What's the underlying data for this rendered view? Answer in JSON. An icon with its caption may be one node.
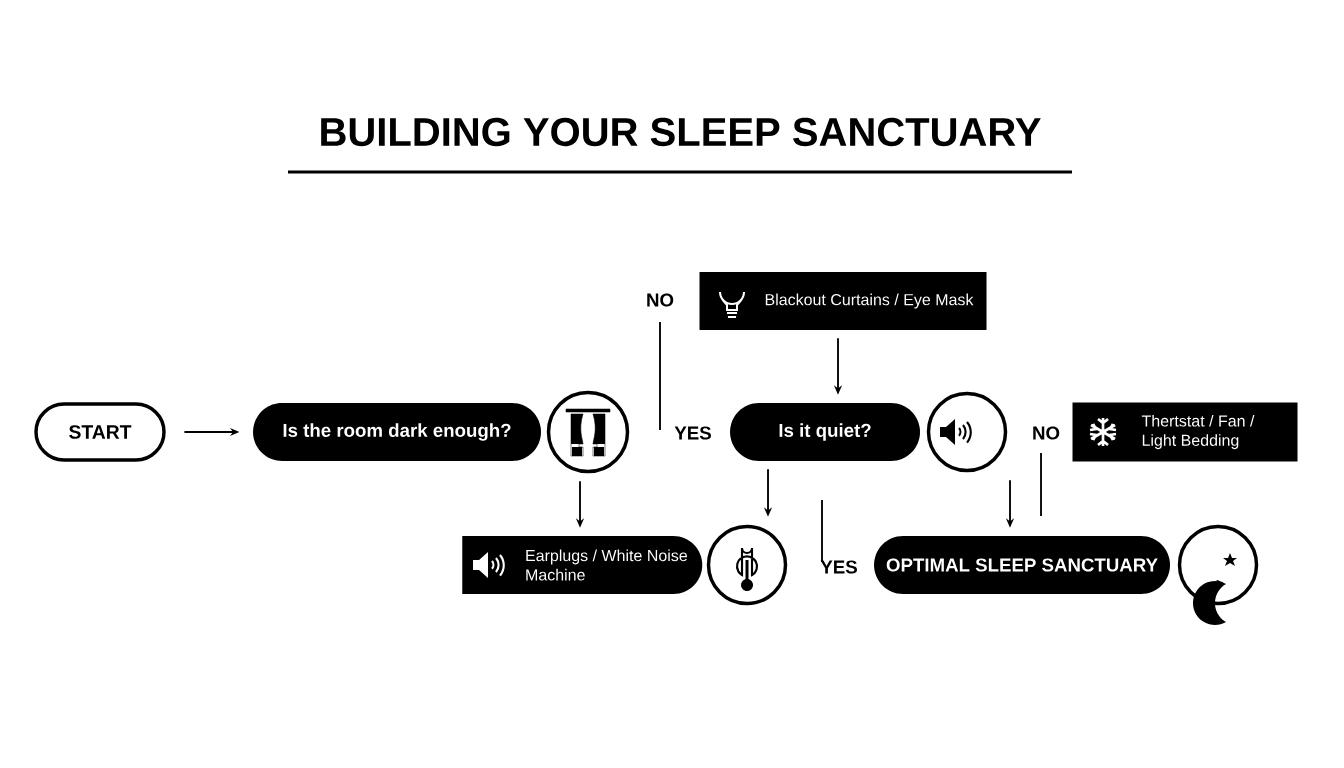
{
  "diagram": {
    "title": "BUILDING YOUR SLEEP SANCTUARY",
    "nodes": [
      {
        "text": [
          "START"
        ]
      },
      {
        "text": [
          "Is the room dark enough?"
        ]
      },
      {
        "text": [],
        "shape": "circle"
      },
      {
        "text": [
          "Blackout Curtains / Eye Mask"
        ]
      },
      {
        "text": [
          "Is it quiet?"
        ]
      },
      {
        "text": [],
        "shape": "circle"
      },
      {
        "text": [
          "Thertstat / Fan / Light Bedding"
        ]
      },
      {
        "text": [
          "Earplugs / White Noise Machine"
        ]
      },
      {
        "text": [],
        "shape": "circle"
      },
      {
        "text": [
          "OPTIMAL SLEEP SANCTUARY"
        ]
      },
      {
        "text": [],
        "shape": "circle"
      }
    ],
    "edges": [
      {
        "from": 0,
        "to": 1,
        "arrow": "to"
      },
      {
        "from": 2,
        "to": 7,
        "arrow": "to"
      },
      {
        "from": 3,
        "to": 4,
        "arrow": "to"
      },
      {
        "from": 4,
        "to": 8,
        "arrow": "to"
      },
      {
        "from": 5,
        "to": 9,
        "arrow": "to"
      }
    ],
    "labels": [
      "NO",
      "YES",
      "NO",
      "YES"
    ]
  }
}
